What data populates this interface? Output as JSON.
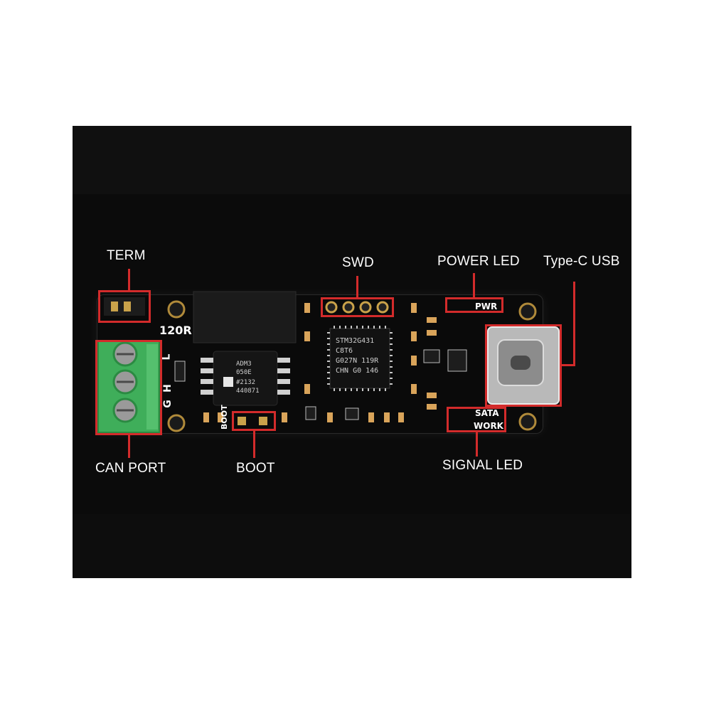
{
  "labels": {
    "term": "TERM",
    "swd": "SWD",
    "power_led": "POWER LED",
    "type_c_usb": "Type-C USB",
    "can_port": "CAN PORT",
    "boot": "BOOT",
    "signal_led": "SIGNAL LED"
  },
  "silkscreen": {
    "resistor": "120R",
    "pwr": "PWR",
    "sata": "SATA",
    "work": "WORK",
    "boot": "BOOT",
    "l": "L",
    "h": "H",
    "g": "G"
  },
  "mcu_marking": [
    "STM32G431",
    "C8T6",
    "G027N 119R",
    "CHN G0 146"
  ],
  "transceiver_marking": [
    "ADM3",
    "050E",
    "#2132",
    "440871"
  ],
  "colors": {
    "callout_red": "#d32b2b",
    "terminal_green": "#3fae5a",
    "board_black": "#0a0a0a"
  }
}
